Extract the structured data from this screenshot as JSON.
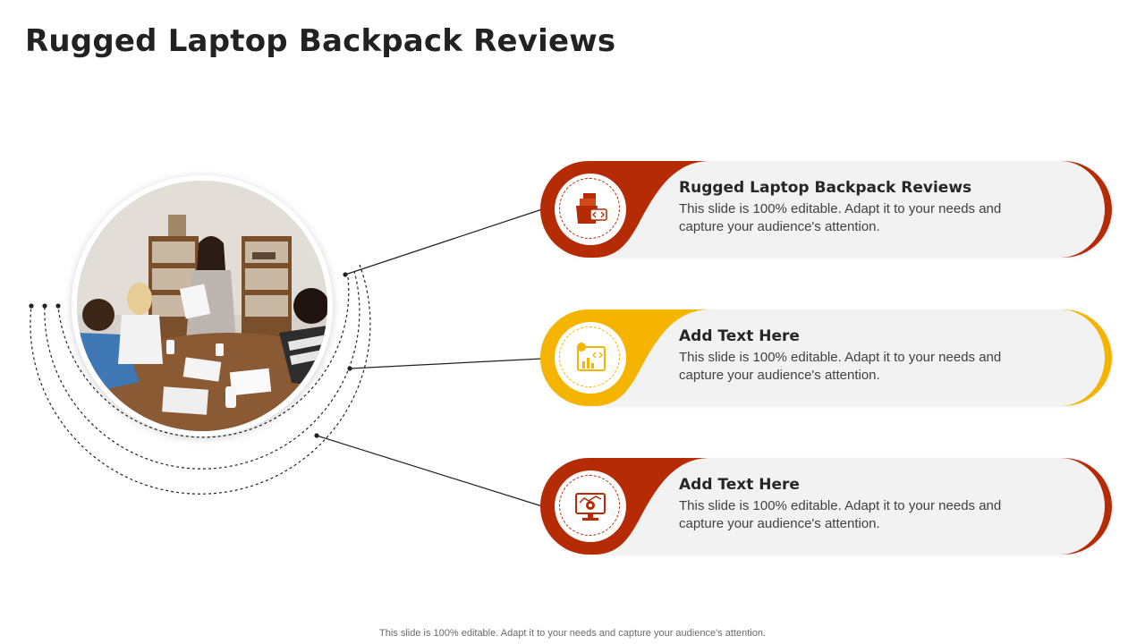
{
  "slide": {
    "title": "Rugged Laptop Backpack Reviews",
    "footer": "This slide is 100% editable. Adapt it to your needs and capture your audience's attention."
  },
  "colors": {
    "red": "#b52b06",
    "amber": "#f4b400",
    "card_bg": "#f2f2f2",
    "title_text": "#222222"
  },
  "items": [
    {
      "title": "Rugged Laptop Backpack Reviews",
      "body": "This slide is 100% editable. Adapt it to your needs and capture your audience's attention.",
      "accent": "red",
      "icon": "code-files-box-icon"
    },
    {
      "title": "Add Text Here",
      "body": "This slide is 100% editable. Adapt it to your needs and capture your audience's attention.",
      "accent": "amber",
      "icon": "analytics-dashboard-icon"
    },
    {
      "title": "Add Text Here",
      "body": "This slide is 100% editable. Adapt it to your needs and capture your audience's attention.",
      "accent": "red",
      "icon": "monitor-gears-icon"
    }
  ]
}
